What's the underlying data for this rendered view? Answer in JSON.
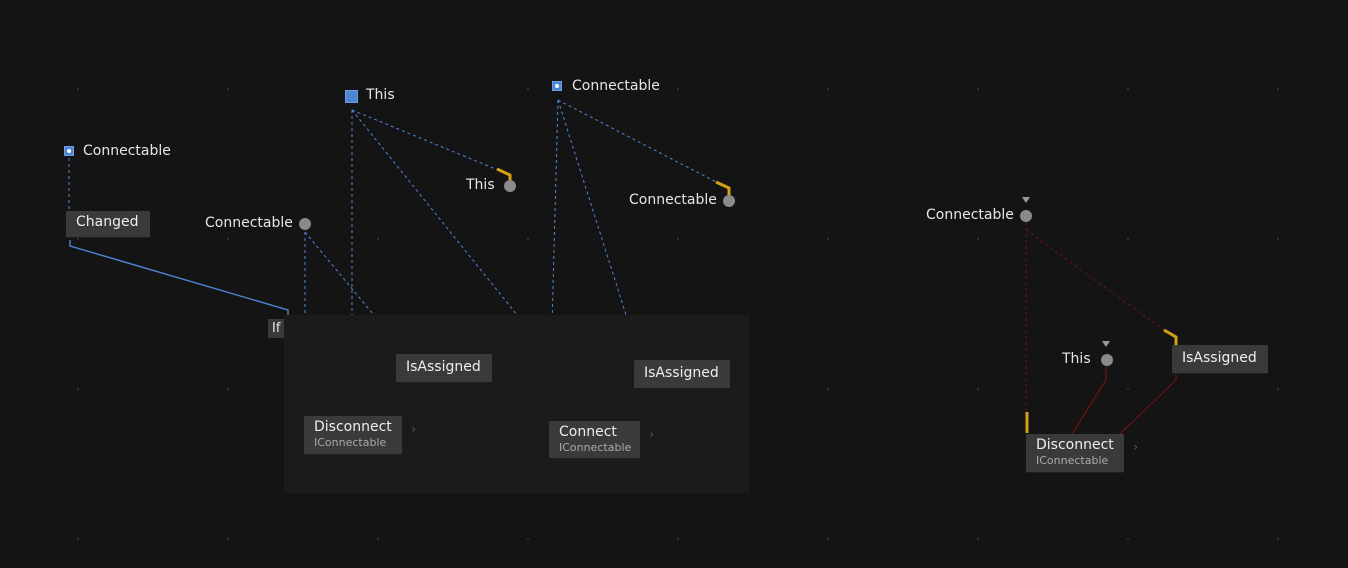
{
  "graph": {
    "left_group": {
      "connectable_source": "Connectable",
      "changed_node": "Changed",
      "this_source": "This",
      "connectable_source_2": "Connectable",
      "this_target": "This",
      "connectable_target": "Connectable",
      "connectable_input": "Connectable",
      "if_label": "If",
      "isassigned_1": "IsAssigned",
      "isassigned_2": "IsAssigned",
      "disconnect_title": "Disconnect",
      "disconnect_sub": "IConnectable",
      "connect_title": "Connect",
      "connect_sub": "IConnectable"
    },
    "right_group": {
      "connectable_input": "Connectable",
      "this_input": "This",
      "isassigned": "IsAssigned",
      "disconnect_title": "Disconnect",
      "disconnect_sub": "IConnectable"
    },
    "colors": {
      "background": "#141414",
      "flow_wire": "#4e86d6",
      "data_wire_active": "#4e86d6",
      "data_wire_disabled": "#6a1414",
      "port_accent": "#d4a017",
      "node_fill": "#3a3a3a"
    },
    "icons": [
      "gear-icon",
      "chevron-right-icon",
      "triangle-down-icon"
    ]
  }
}
